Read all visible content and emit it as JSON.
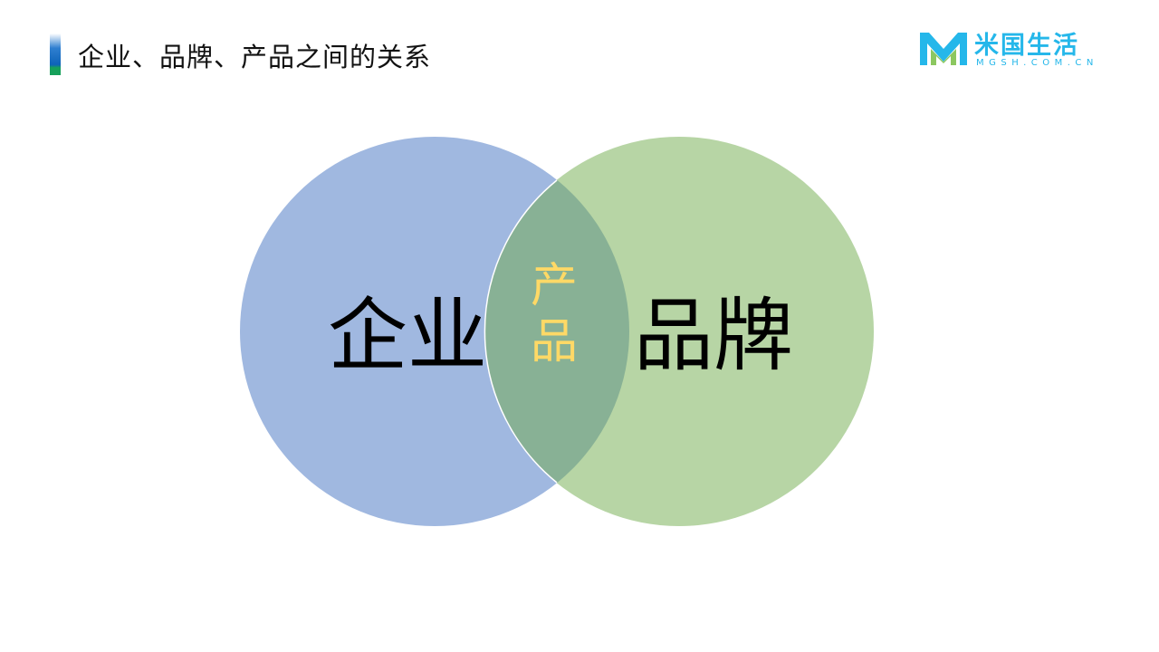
{
  "header": {
    "title": "企业、品牌、产品之间的关系"
  },
  "logo": {
    "icon": "mgsh-m-logo-icon",
    "name": "米国生活",
    "domain": "MGSH.COM.CN"
  },
  "diagram": {
    "type": "venn",
    "sets": [
      {
        "label": "企业",
        "color": "#a0b8e0"
      },
      {
        "label": "品牌",
        "color": "#b7d5a5"
      }
    ],
    "intersection": {
      "label_line1": "产",
      "label_line2": "品",
      "color": "#88b195",
      "text_color": "#ffd966"
    }
  }
}
